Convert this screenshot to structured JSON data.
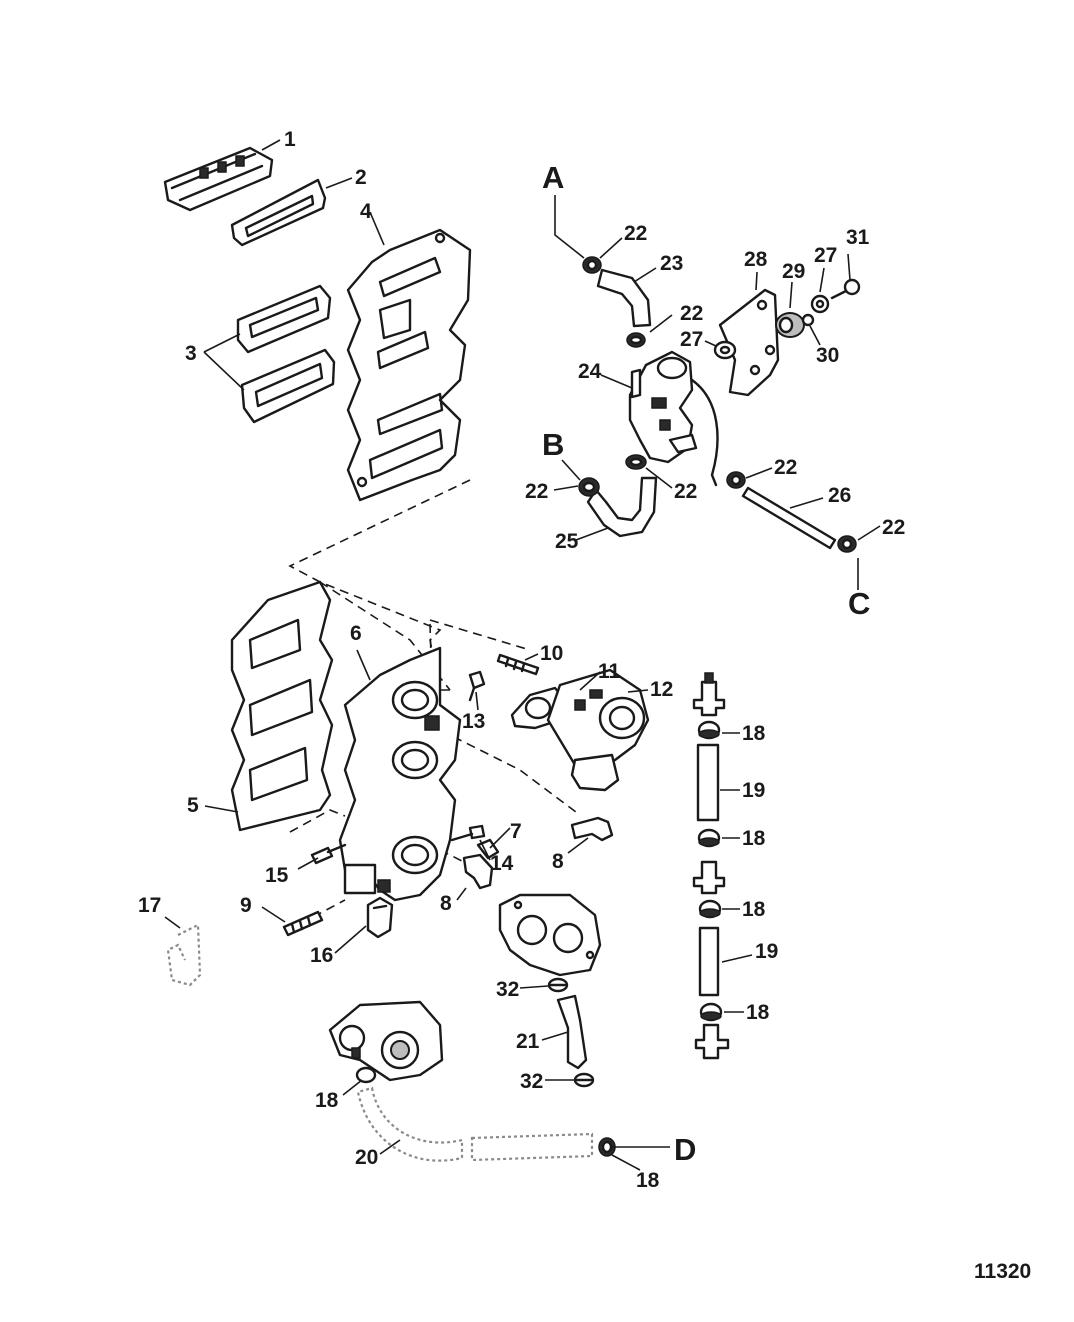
{
  "figure_number": "11320",
  "callouts": {
    "c1": "1",
    "c2": "2",
    "c3": "3",
    "c4": "4",
    "c5": "5",
    "c6": "6",
    "c7": "7",
    "c8a": "8",
    "c8b": "8",
    "c9": "9",
    "c10": "10",
    "c11": "11",
    "c12": "12",
    "c13": "13",
    "c14": "14",
    "c15": "15",
    "c16": "16",
    "c17": "17",
    "c18a": "18",
    "c18b": "18",
    "c18c": "18",
    "c18d": "18",
    "c18e": "18",
    "c18f": "18",
    "c19a": "19",
    "c19b": "19",
    "c20": "20",
    "c21": "21",
    "c22a": "22",
    "c22b": "22",
    "c22c": "22",
    "c22d": "22",
    "c22e": "22",
    "c22f": "22",
    "c23": "23",
    "c24": "24",
    "c25": "25",
    "c26": "26",
    "c27a": "27",
    "c27b": "27",
    "c28": "28",
    "c29": "29",
    "c30": "30",
    "c31": "31",
    "c32a": "32",
    "c32b": "32"
  },
  "connectors": {
    "A": "A",
    "B": "B",
    "C": "C",
    "D": "D"
  },
  "colors": {
    "ink": "#1a1a1a",
    "background": "#ffffff",
    "phantom": "#8a8a8a"
  }
}
